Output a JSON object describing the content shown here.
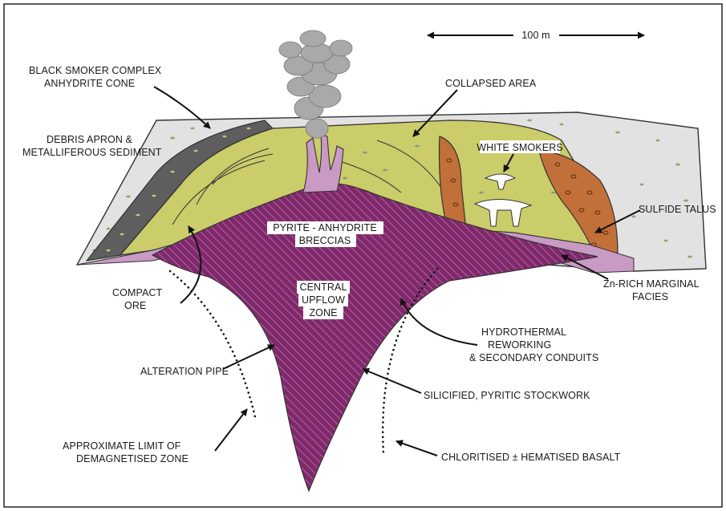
{
  "scale": {
    "label": "100 m"
  },
  "labels": {
    "black_smoker": [
      "BLACK SMOKER COMPLEX",
      "ANHYDRITE CONE"
    ],
    "debris_apron": [
      "DEBRIS APRON &",
      "METALLIFEROUS SEDIMENT"
    ],
    "collapsed_area": [
      "COLLAPSED AREA"
    ],
    "white_smokers": [
      "WHITE SMOKERS"
    ],
    "sulfide_talus": [
      "SULFIDE TALUS"
    ],
    "pyrite_anhydrite": [
      "PYRITE - ANHYDRITE",
      "BRECCIAS"
    ],
    "central_upflow": [
      "CENTRAL",
      "UPFLOW",
      "ZONE"
    ],
    "compact_ore": [
      "COMPACT",
      "ORE"
    ],
    "zn_rich": [
      "Zn-RICH MARGINAL",
      "FACIES"
    ],
    "hydrothermal": [
      "HYDROTHERMAL",
      "REWORKING",
      "& SECONDARY CONDUITS"
    ],
    "alteration_pipe": [
      "ALTERATION PIPE"
    ],
    "silicified": [
      "SILICIFIED, PYRITIC STOCKWORK"
    ],
    "demagnetised": [
      "APPROXIMATE LIMIT OF",
      "DEMAGNETISED ZONE"
    ],
    "chloritised": [
      "CHLORITISED ± HEMATISED BASALT"
    ]
  },
  "colors": {
    "sediment_gray": "#e2e2e2",
    "anhydrite_yellow": "#cbcc6a",
    "dark_debris": "#5e5e5e",
    "sulfide_brown": "#c2703a",
    "margin_pink": "#c89ac4",
    "pipe_magenta": "#7e2a6a",
    "smoke_gray": "#a9a9a9"
  }
}
